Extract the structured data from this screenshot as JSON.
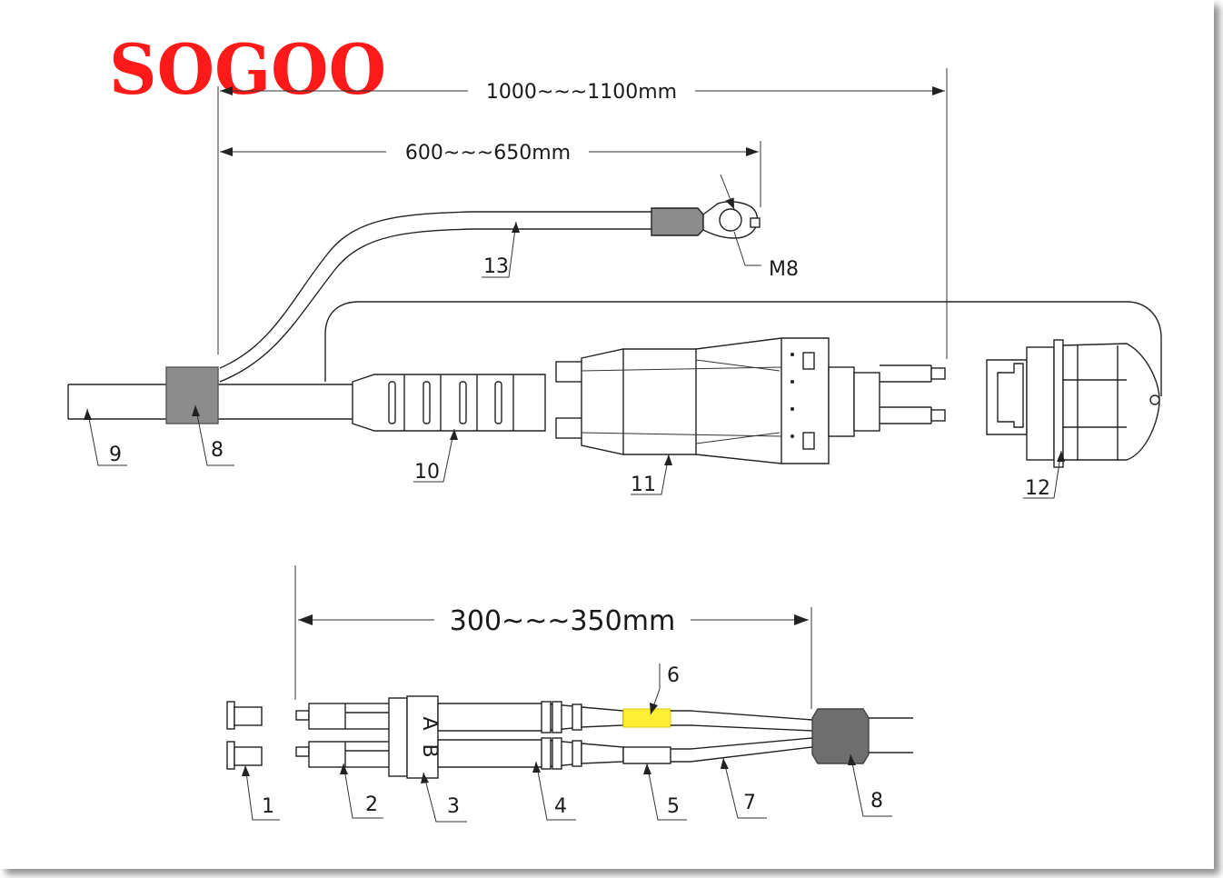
{
  "logo": {
    "text": "SOGOO",
    "color": "#ff1a1a"
  },
  "dimensions": {
    "total_length": "1000~~~1100mm",
    "ground_wire_length": "600~~~650mm",
    "breakout_length": "300~~~350mm"
  },
  "terminal_label": "M8",
  "labels": {
    "p1": "1",
    "p2": "2",
    "p3": "3",
    "p4": "4",
    "p5": "5",
    "p6": "6",
    "p7": "7",
    "p8_top": "8",
    "p8_bottom": "8",
    "p9": "9",
    "p10": "10",
    "p11": "11",
    "p12": "12",
    "p13": "13"
  },
  "clip_letters": {
    "a": "A",
    "b": "B"
  },
  "colors": {
    "boot_marker": "#ffee33",
    "splitter": "#8c8c8c",
    "splitter_dark": "#6e6e6e"
  }
}
